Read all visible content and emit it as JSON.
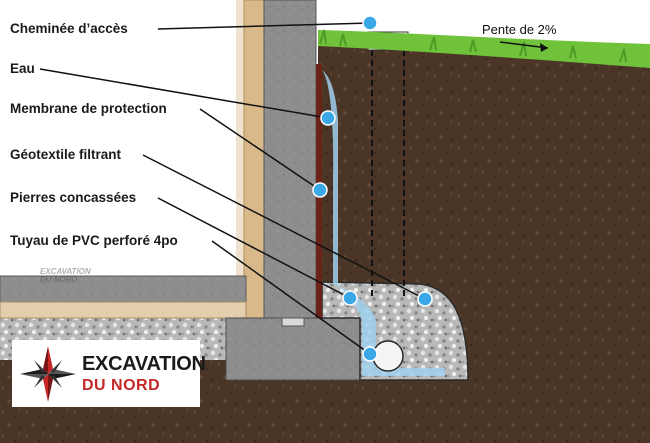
{
  "labels": {
    "chimney": "Cheminée d’accès",
    "water": "Eau",
    "membrane": "Membrane de protection",
    "geotextile": "Géotextile filtrant",
    "stones": "Pierres concassées",
    "pipe": "Tuyau de PVC perforé 4po"
  },
  "slope_label": "Pente de 2%",
  "logo": {
    "name": "EXCAVATION",
    "subname": "DU NORD"
  },
  "watermarks": [
    {
      "line1": "EXCAVATION",
      "line2": "DU NORD"
    },
    {
      "line1": "EXCAVATION",
      "line2": "DU NORD"
    }
  ],
  "colors": {
    "soil": "#4a3526",
    "grass": "#6fc23a",
    "concrete": "#8d8d8d",
    "wood": "#d9b98a",
    "water": "#9fd0ee",
    "membrane": "#6b2318",
    "marker": "#3aa8e6",
    "logo_red": "#c62828"
  }
}
